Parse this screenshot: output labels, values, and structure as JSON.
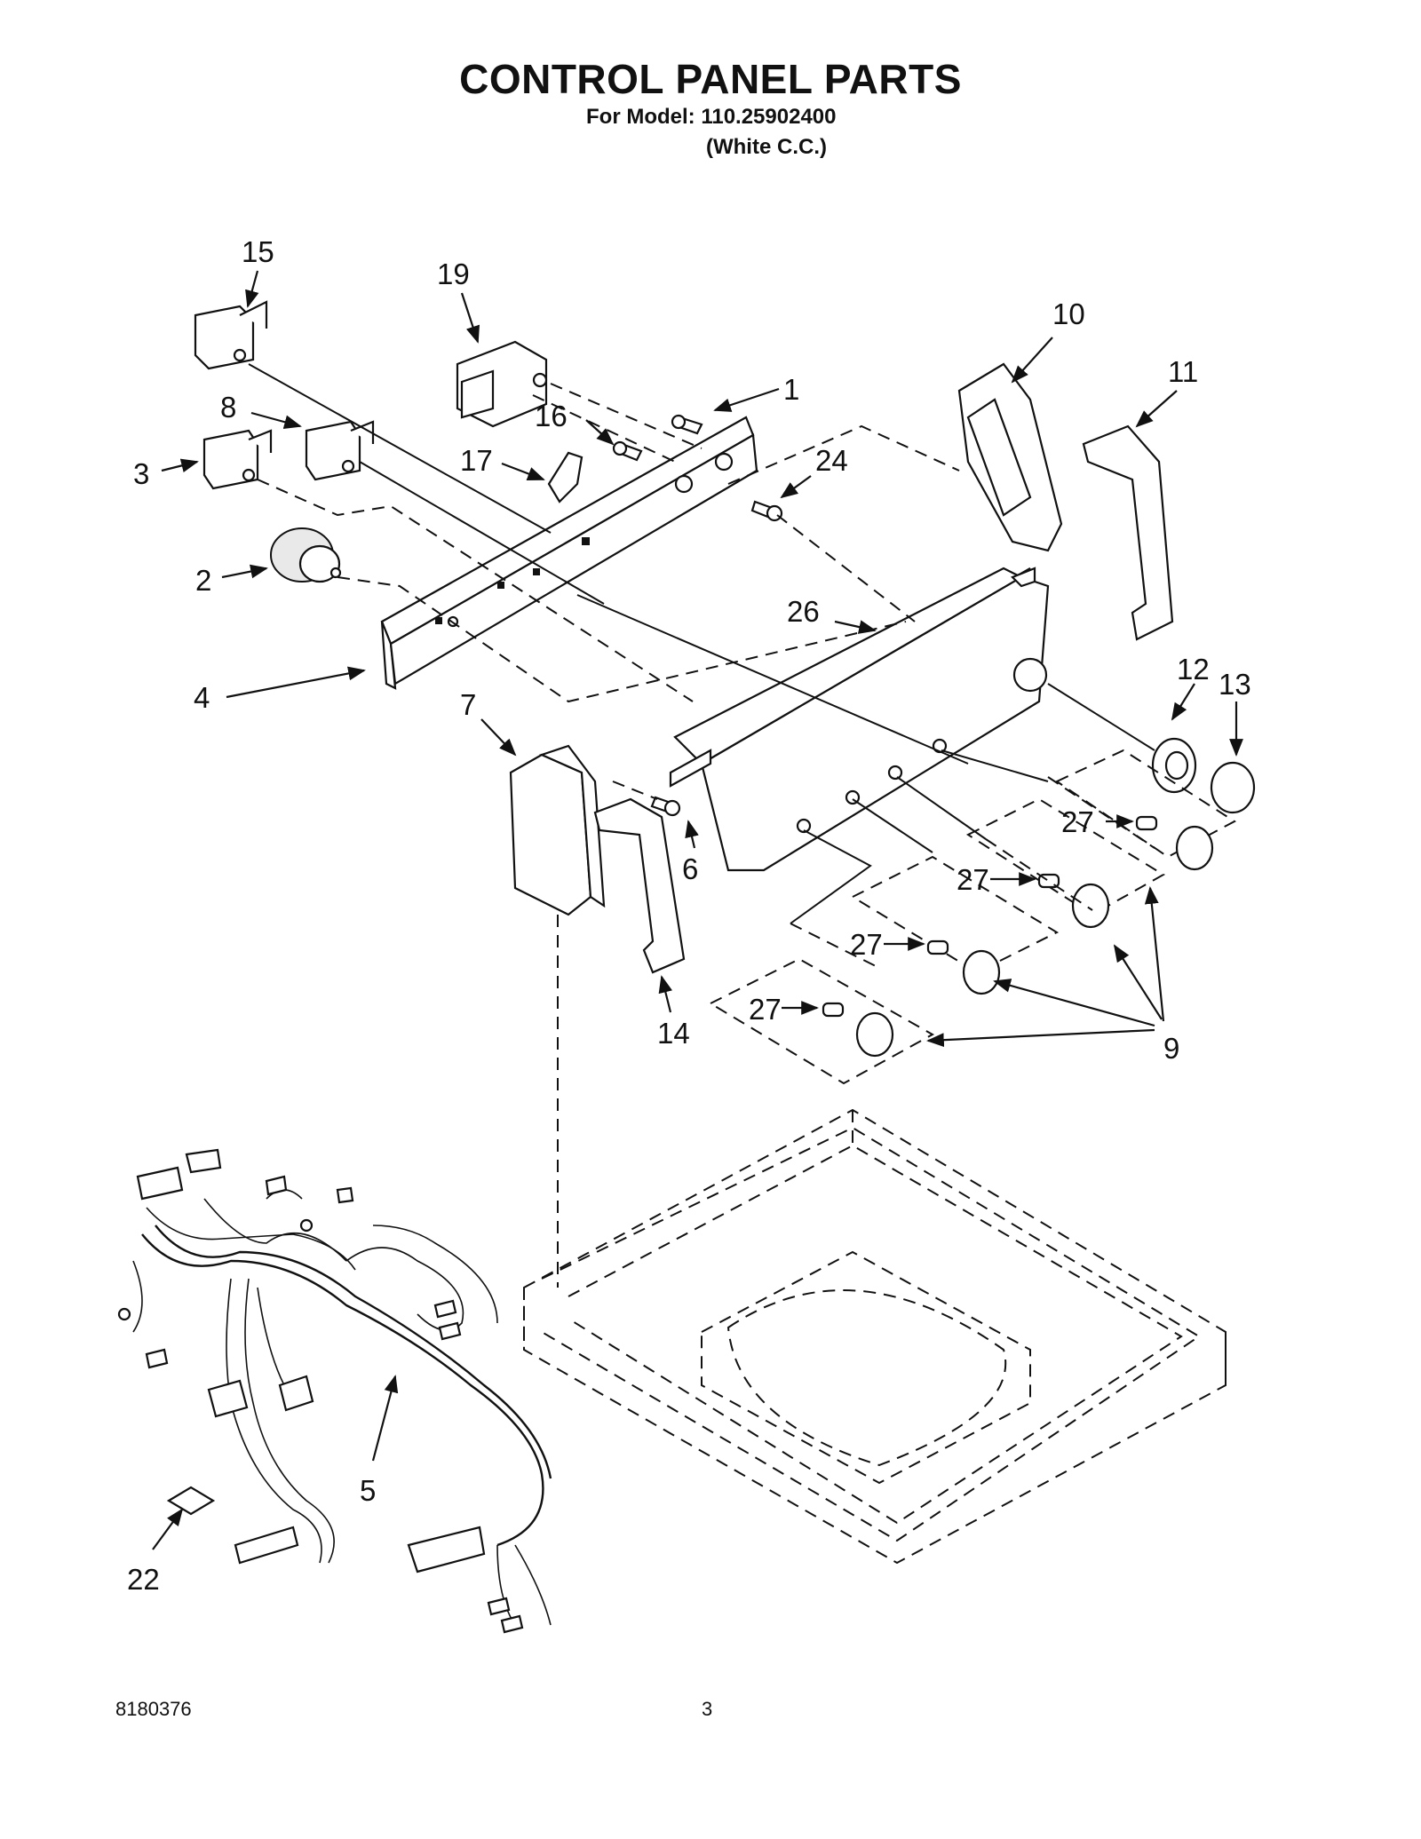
{
  "header": {
    "title": "CONTROL PANEL PARTS",
    "model_line": "For Model: 110.25902400",
    "variant": "(White C.C.)"
  },
  "callouts": {
    "c1": "1",
    "c2": "2",
    "c3": "3",
    "c4": "4",
    "c5": "5",
    "c6": "6",
    "c7": "7",
    "c8": "8",
    "c9": "9",
    "c10": "10",
    "c11": "11",
    "c12": "12",
    "c13": "13",
    "c14": "14",
    "c15": "15",
    "c16": "16",
    "c17": "17",
    "c19": "19",
    "c22": "22",
    "c24": "24",
    "c26": "26",
    "c27": "27"
  },
  "footer": {
    "doc_number": "8180376",
    "page_number": "3"
  }
}
